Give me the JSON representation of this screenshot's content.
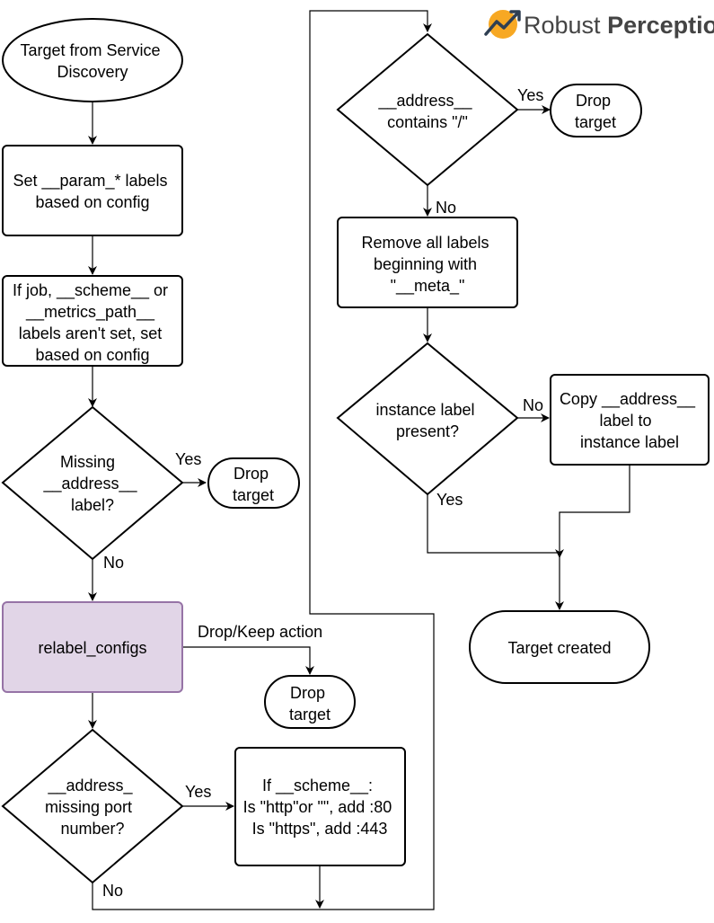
{
  "logo": {
    "word1": "Robust",
    "word2": "Perception"
  },
  "nodes": {
    "start": [
      "Target from Service",
      "Discovery"
    ],
    "set_param": [
      "Set __param_* labels",
      "based on config"
    ],
    "set_job": [
      "If job, __scheme__ or",
      "__metrics_path__",
      "labels aren't set, set",
      "based on config"
    ],
    "missing_address": [
      "Missing",
      "__address__",
      "label?"
    ],
    "drop1": [
      "Drop",
      "target"
    ],
    "relabel": [
      "relabel_configs"
    ],
    "drop2": [
      "Drop",
      "target"
    ],
    "missing_port": [
      "__address_",
      "missing port",
      "number?"
    ],
    "scheme": [
      "If __scheme__:",
      "Is \"http\"or \"\", add :80",
      "Is \"https\", add :443"
    ],
    "address_slash": [
      "__address__",
      "contains \"/\""
    ],
    "drop3": [
      "Drop",
      "target"
    ],
    "remove_meta": [
      "Remove all labels",
      "beginning with",
      "\"__meta_\""
    ],
    "instance_present": [
      "instance label",
      "present?"
    ],
    "copy_address": [
      "Copy __address__",
      "label to",
      "instance label"
    ],
    "created": [
      "Target created"
    ]
  },
  "edges": {
    "yes_missing": "Yes",
    "no_missing": "No",
    "drop_keep": "Drop/Keep action",
    "yes_port": "Yes",
    "no_port": "No",
    "yes_slash": "Yes",
    "no_slash": "No",
    "no_instance": "No",
    "yes_instance": "Yes"
  }
}
